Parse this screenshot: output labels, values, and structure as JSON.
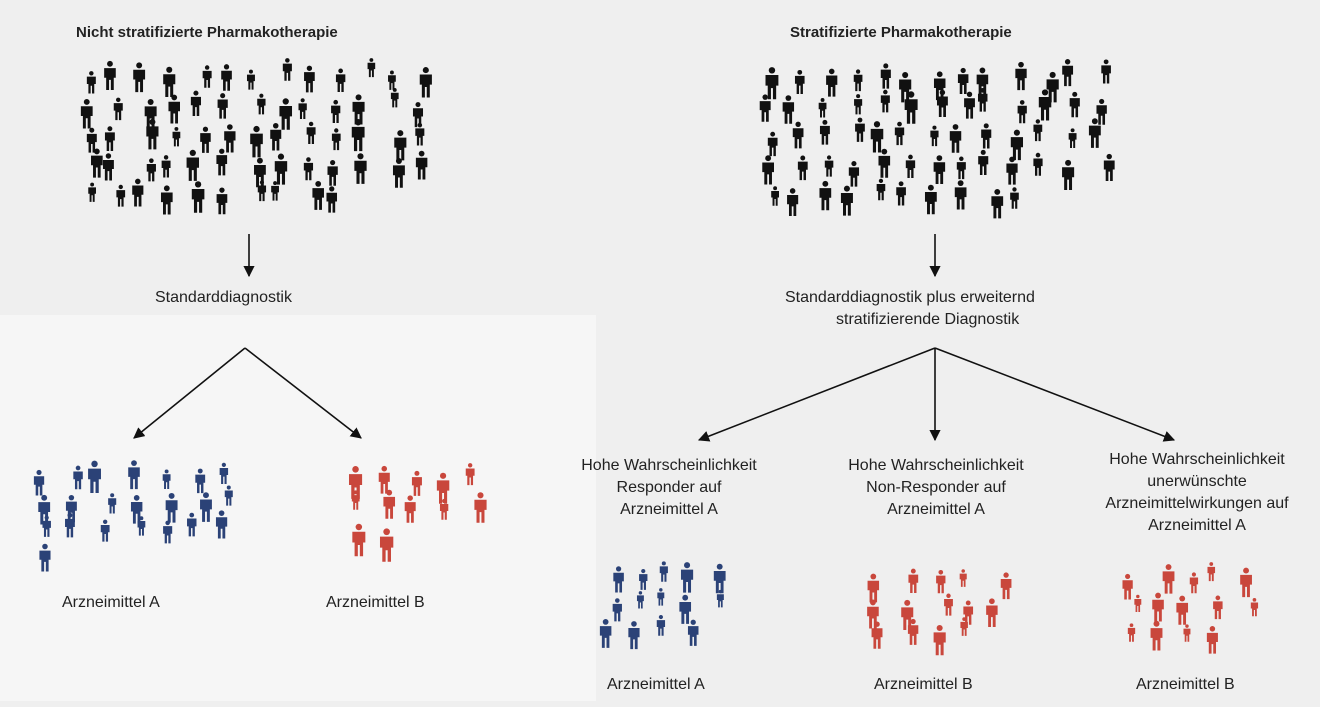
{
  "colors": {
    "background": "#efefef",
    "panel": "#f6f6f6",
    "population": "#111111",
    "drug_a": "#2b4277",
    "drug_b": "#c9473c",
    "arrow": "#111111",
    "text": "#222222"
  },
  "icon": "person-icon",
  "left": {
    "title": "Nicht stratifizierte Pharmakotherapie",
    "diagnostic": "Standarddiagnostik",
    "groups": [
      {
        "label": "Arzneimittel A",
        "color_key": "drug_a"
      },
      {
        "label": "Arzneimittel B",
        "color_key": "drug_b"
      }
    ]
  },
  "right": {
    "title": "Stratifizierte Pharmakotherapie",
    "diagnostic_line1": "Standarddiagnostik plus erweiternd",
    "diagnostic_line2": "stratifizierende Diagnostik",
    "groups": [
      {
        "lines": [
          "Hohe Wahrscheinlichkeit",
          "Responder auf",
          "Arzneimittel A"
        ],
        "label": "Arzneimittel A",
        "color_key": "drug_a"
      },
      {
        "lines": [
          "Hohe Wahrscheinlichkeit",
          "Non-Responder auf",
          "Arzneimittel A"
        ],
        "label": "Arzneimittel B",
        "color_key": "drug_b"
      },
      {
        "lines": [
          "Hohe Wahrscheinlichkeit",
          "unerwünschte",
          "Arzneimittelwirkungen auf",
          "Arzneimittel A"
        ],
        "label": "Arzneimittel B",
        "color_key": "drug_b"
      }
    ]
  }
}
